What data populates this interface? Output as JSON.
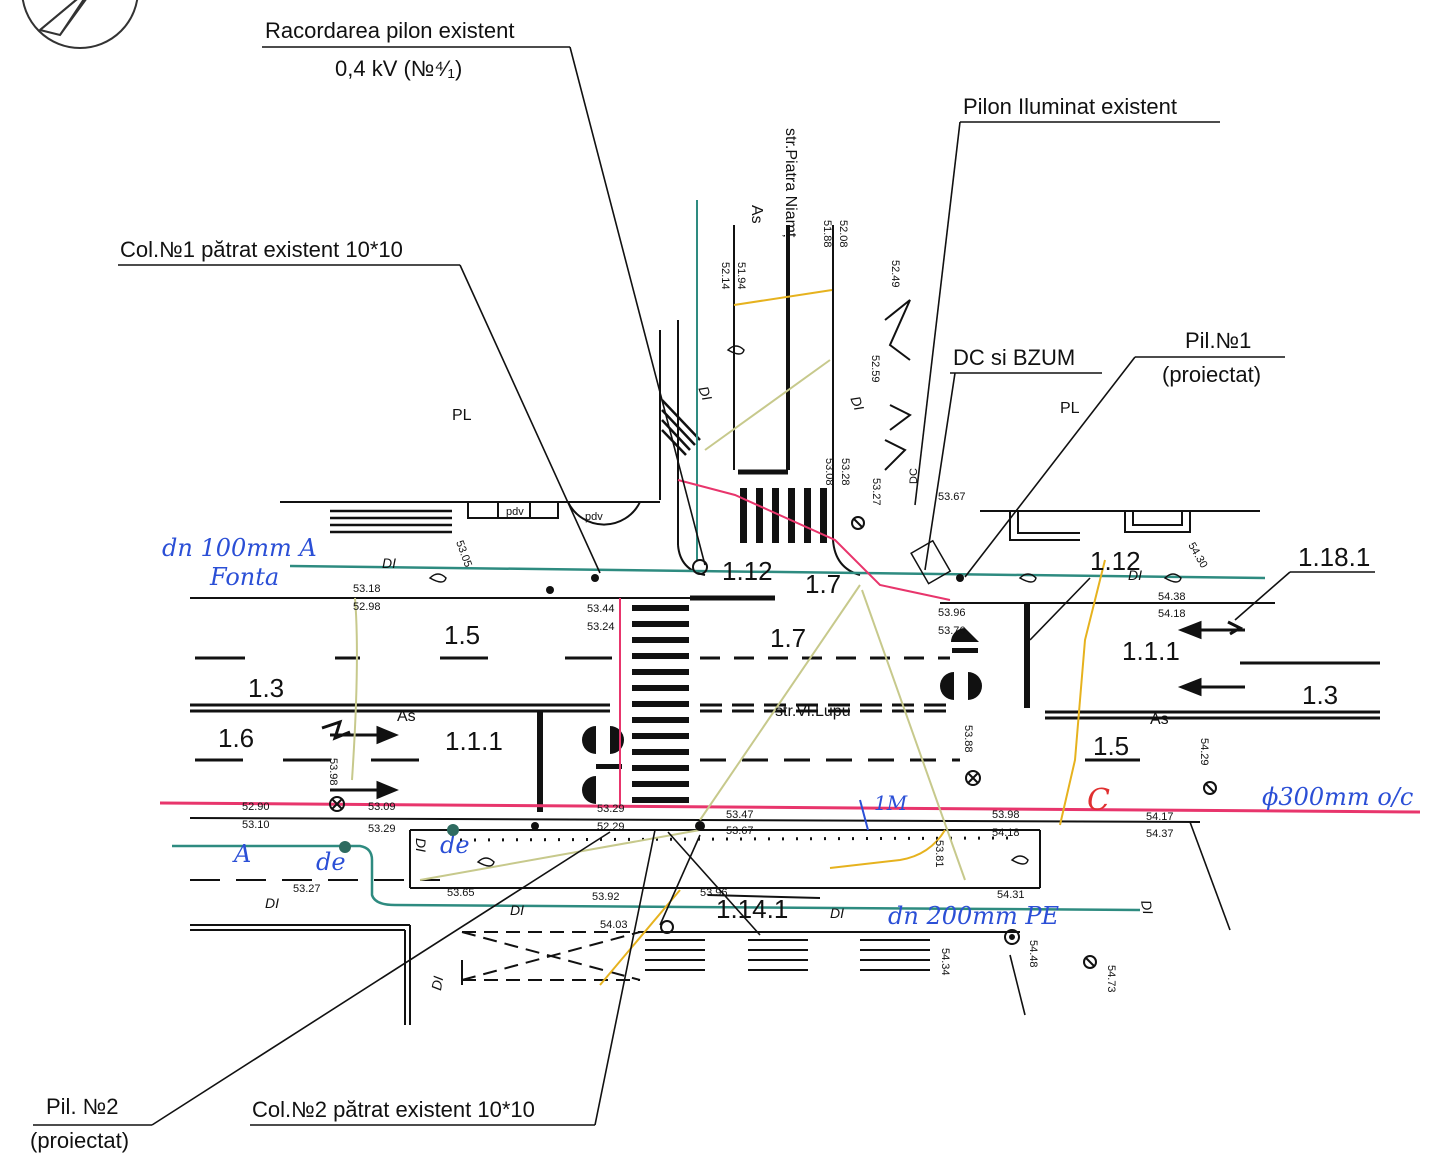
{
  "callouts": {
    "racordare_title": "Racordarea pilon existent",
    "racordare_sub": "0,4 kV (№⁴⁄₁)",
    "pilon_iluminat": "Pilon Iluminat existent",
    "col1": "Col.№1 pătrat existent 10*10",
    "dc_bzum": "DC si BZUM",
    "pil1_title": "Pil.№1",
    "pil1_sub": "(proiectat)",
    "pil2_title": "Pil. №2",
    "pil2_sub": "(proiectat)",
    "col2": "Col.№2 pătrat existent 10*10"
  },
  "streets": {
    "north": "str.Piatra Niamț",
    "main": "str.Vl.Lupu"
  },
  "zones": {
    "pl_left": "PL",
    "pl_right": "PL",
    "as_top": "As",
    "as_left": "As",
    "as_right": "As"
  },
  "markings": {
    "m_1_5_left": "1.5",
    "m_1_3_left": "1.3",
    "m_1_6": "1.6",
    "m_1_1_1_left": "1.1.1",
    "m_1_12_center": "1.12",
    "m_1_7_a": "1.7",
    "m_1_7_b": "1.7",
    "m_1_12_right": "1.12",
    "m_1_18_1": "1.18.1",
    "m_1_1_1_right": "1.1.1",
    "m_1_3_right": "1.3",
    "m_1_5_right": "1.5",
    "m_1_14_1": "1.14.1"
  },
  "handwritten": {
    "pipe_left_1": "dn 100mm A",
    "pipe_left_2": "Fonta",
    "pipe_right": "ϕ300mm o/c",
    "pipe_bottom": "dn 200mm PE",
    "a_left": "A",
    "de_1": "de",
    "de_2": "de",
    "c_mark": "C",
    "one_m": "1M"
  },
  "small_labels": {
    "di_1": "DI",
    "di_2": "DI",
    "di_3": "DI",
    "di_4": "DI",
    "di_5": "DI",
    "di_6": "DI",
    "di_7": "DI",
    "di_8": "DI",
    "di_9": "DI",
    "di_10": "DI",
    "pdv_1": "pdv",
    "pdv_2": "pdv",
    "dc": "DC"
  },
  "elevations": {
    "e1": "53.18",
    "e2": "52.98",
    "e3": "53.44",
    "e4": "53.24",
    "e5": "53.67",
    "e6": "54.38",
    "e7": "54.18",
    "e8": "52.90",
    "e9": "53.10",
    "e10": "53.09",
    "e11": "53.29",
    "e12": "53.27",
    "e13": "53.65",
    "e14": "53.92",
    "e15": "54.03",
    "e16": "53.47",
    "e17": "53.67",
    "e18": "53.98",
    "e19": "54.18",
    "e20": "54.17",
    "e21": "54.37",
    "e22": "54.31",
    "e23": "53.96",
    "e24": "53.76",
    "e25": "51.94",
    "e26": "52.14",
    "e27": "51.88",
    "e28": "52.08",
    "e29": "52.59",
    "e30": "53.27",
    "e31": "53.08",
    "e32": "53.28",
    "e33": "53.29",
    "e34": "52.29",
    "e35": "52.49",
    "e36": "54.48",
    "e37": "54.73",
    "e38": "54.34",
    "e39": "53.88",
    "e40": "53.98",
    "e41": "54.30",
    "e42": "53.05",
    "e43": "53.96",
    "e44": "53.81",
    "e45": "54.29"
  },
  "colors": {
    "ink": "#111111",
    "water_pipe": "#2e8b80",
    "sewer_pipe": "#e8356c",
    "cable": "#e6b21e",
    "cable_light": "#c7c98c",
    "handwriting_blue": "#2b4fd6",
    "marker_red": "#e03030"
  }
}
